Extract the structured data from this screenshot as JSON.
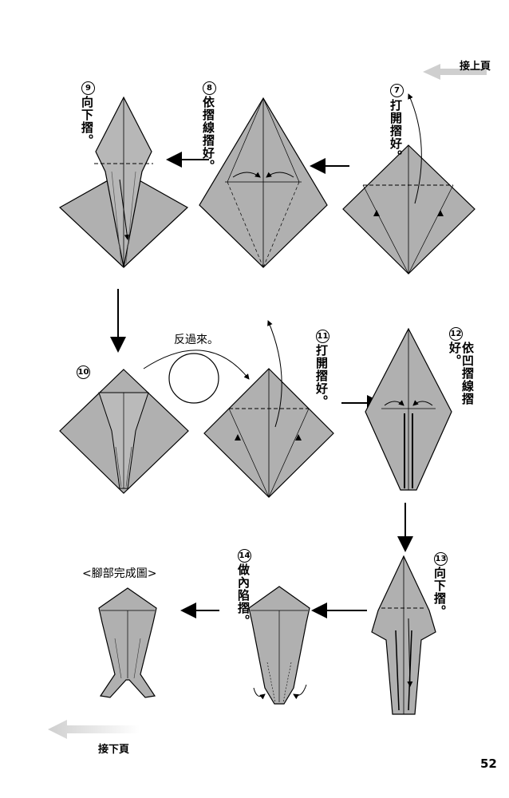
{
  "nav": {
    "prev_label": "接上頁",
    "next_label": "接下頁"
  },
  "page_number": "52",
  "steps": [
    {
      "num": "7",
      "text": "打開摺好。"
    },
    {
      "num": "8",
      "text": "依摺線摺好。"
    },
    {
      "num": "9",
      "text": "向下摺。"
    },
    {
      "num": "10",
      "text": ""
    },
    {
      "num": "11",
      "text": "打開摺好。"
    },
    {
      "num": "12",
      "text": "依凹摺線摺好。"
    },
    {
      "num": "13",
      "text": "向下摺。"
    },
    {
      "num": "14",
      "text": "做內陷摺。"
    }
  ],
  "flip_label": "反過來。",
  "final_label": "<腳部完成圖>",
  "colors": {
    "paper": "#b0b0b0",
    "paper_dark": "#8a8a8a",
    "ink": "#000000",
    "arrow_grey": "#c8c8c8"
  }
}
